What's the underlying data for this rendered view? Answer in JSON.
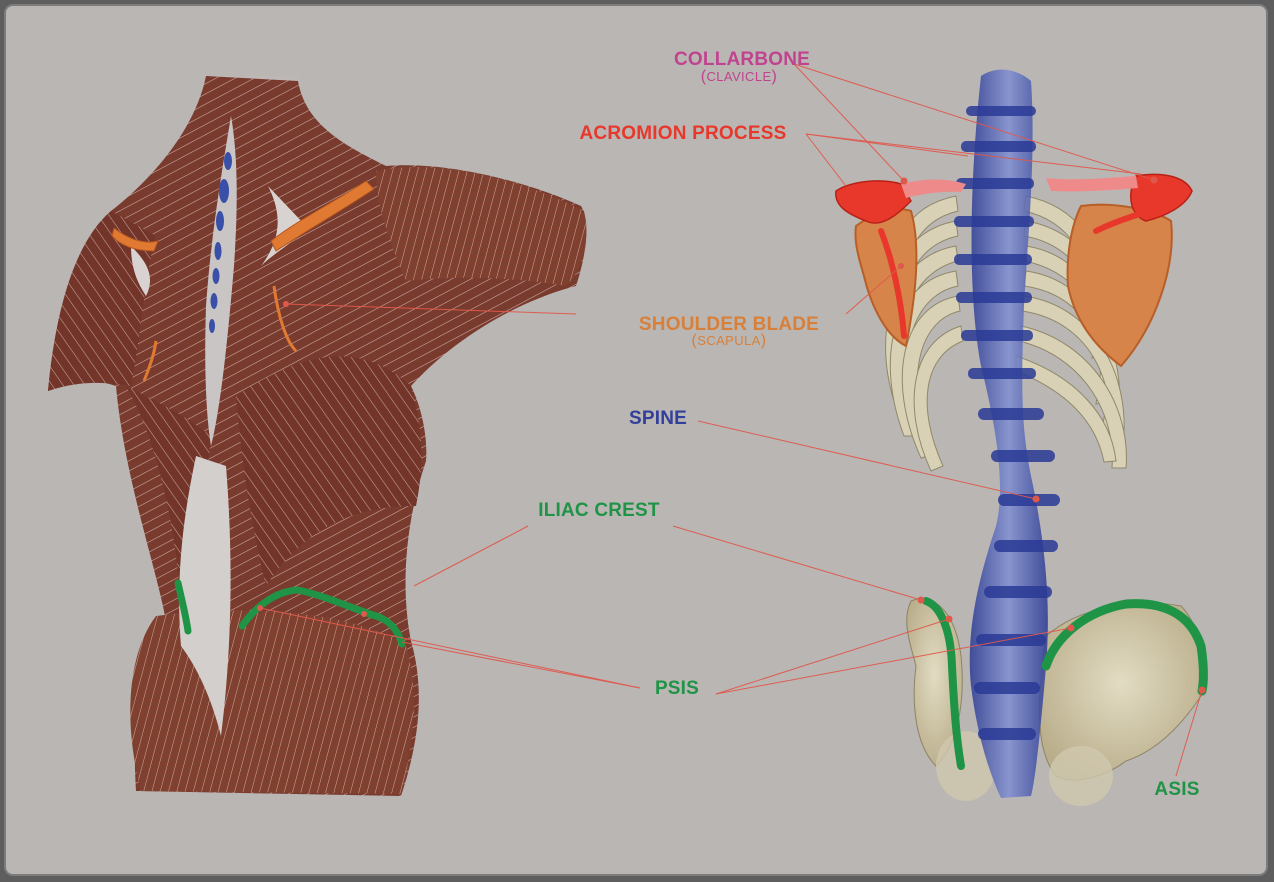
{
  "labels": {
    "collarbone": {
      "main": "COLLARBONE",
      "sub": "CLAVICLE"
    },
    "acromion": {
      "main": "ACROMION PROCESS"
    },
    "shoulder_blade": {
      "main": "SHOULDER BLADE",
      "sub": "SCAPULA"
    },
    "spine": {
      "main": "SPINE"
    },
    "iliac_crest": {
      "main": "ILIAC CREST"
    },
    "psis": {
      "main": "PSIS"
    },
    "asis": {
      "main": "ASIS"
    }
  },
  "colors": {
    "background": "#b9b6b4",
    "muscle": "#7a3b2f",
    "bone": "#d8d1b6",
    "clavicle": "#c1438f",
    "acromion": "#e8382b",
    "scapula": "#d8803a",
    "spine": "#33409a",
    "iliac": "#1f9446",
    "leader": "#e0584b"
  },
  "icons": [
    "back-muscles-illustration",
    "skeleton-torso-illustration"
  ]
}
